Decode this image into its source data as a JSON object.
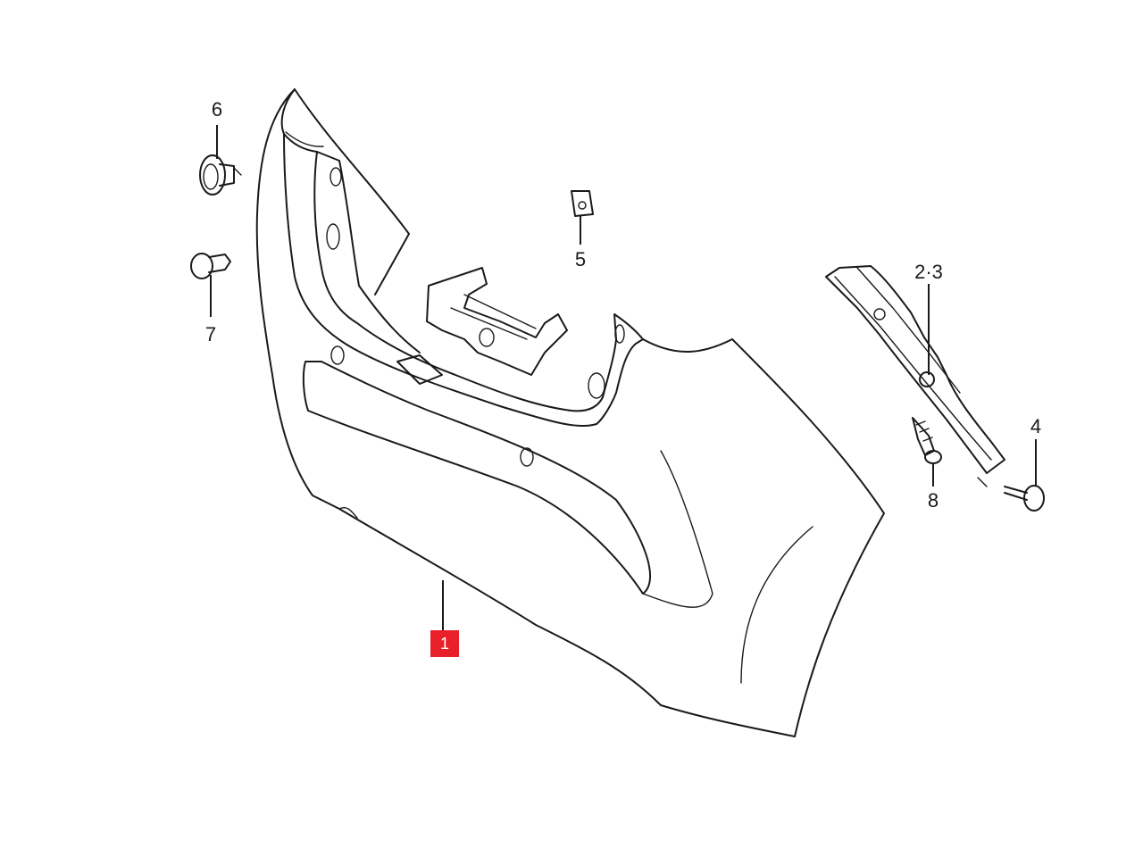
{
  "diagram": {
    "callouts": {
      "bumper": "1",
      "bracket": "2·3",
      "screw": "4",
      "nut": "5",
      "clip_top": "6",
      "clip_bottom": "7",
      "tapping_screw": "8"
    },
    "highlight_color": "#e8202a",
    "line_color": "#1a1a1a"
  }
}
